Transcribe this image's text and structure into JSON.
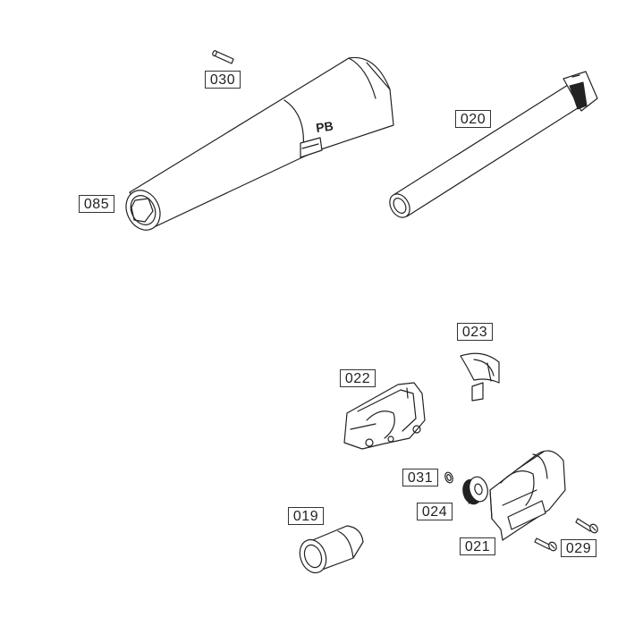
{
  "diagram": {
    "type": "exploded-parts-diagram",
    "barrel_marking": "PB",
    "parts": [
      {
        "id": "030",
        "name": "pin"
      },
      {
        "id": "085",
        "name": "outer-barrel"
      },
      {
        "id": "020",
        "name": "inner-barrel"
      },
      {
        "id": "023",
        "name": "hop-up-clip"
      },
      {
        "id": "022",
        "name": "hop-up-chamber-left"
      },
      {
        "id": "031",
        "name": "o-ring"
      },
      {
        "id": "024",
        "name": "hop-up-adjustment-wheel"
      },
      {
        "id": "019",
        "name": "hop-up-bucking"
      },
      {
        "id": "021",
        "name": "hop-up-chamber-right"
      },
      {
        "id": "029",
        "name": "screw"
      }
    ]
  }
}
